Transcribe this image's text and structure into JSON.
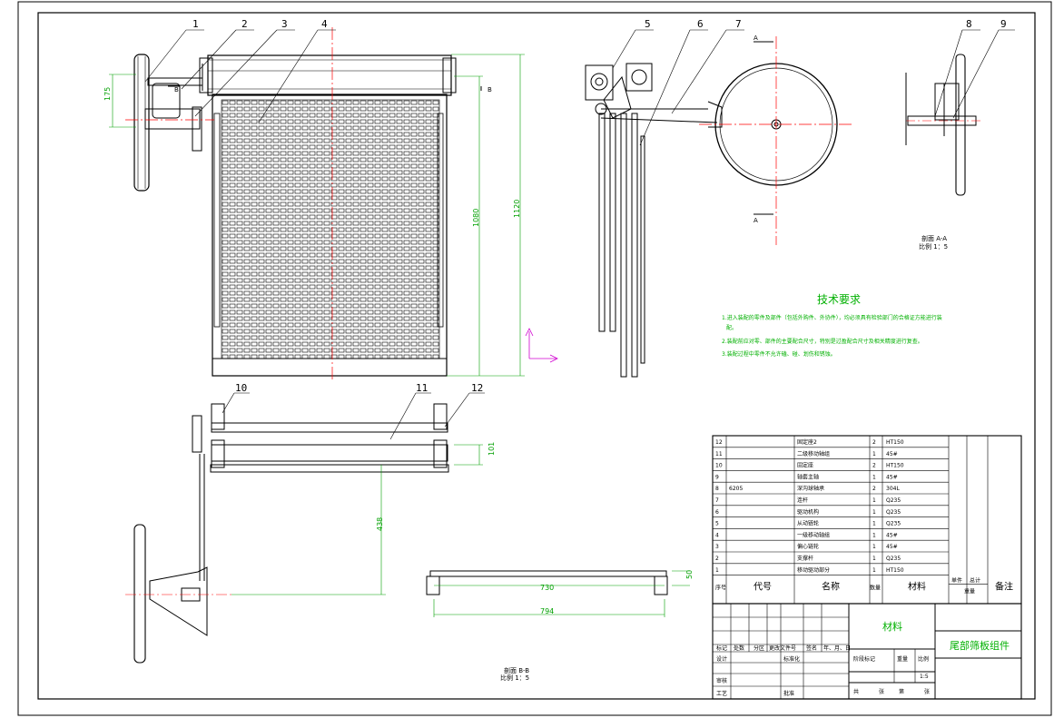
{
  "balloons": [
    "1",
    "2",
    "3",
    "4",
    "5",
    "6",
    "7",
    "8",
    "9",
    "10",
    "11",
    "12"
  ],
  "dimensions": {
    "d175": "175",
    "d1080": "1080",
    "d1120": "1120",
    "d101": "101",
    "d438": "438",
    "d730": "730",
    "d794": "794",
    "d50": "50"
  },
  "section_labels": {
    "a_top": "A",
    "a_bottom": "A",
    "b_left": "B",
    "b_right": "B"
  },
  "view_captions": {
    "aa_name": "剖面 A-A",
    "aa_scale": "比例 1：5",
    "bb_name": "剖面 B-B",
    "bb_scale": "比例 1：5"
  },
  "tech_requirements": {
    "title": "技术要求",
    "items": [
      "1.进入装配的零件及部件（包括外购件、外协件），均必须具有检验部门的合格证方能进行装",
      "配。",
      "2.装配前应对零、部件的主要配合尺寸，特别是过盈配合尺寸及相关精度进行复查。",
      "3.装配过程中零件不允许磕、碰、划伤和锈蚀。"
    ]
  },
  "bom": [
    {
      "no": "12",
      "code": "",
      "name": "固定座2",
      "qty": "2",
      "material": "HT150"
    },
    {
      "no": "11",
      "code": "",
      "name": "二级移动轴组",
      "qty": "1",
      "material": "45#"
    },
    {
      "no": "10",
      "code": "",
      "name": "固定座",
      "qty": "2",
      "material": "HT150"
    },
    {
      "no": "9",
      "code": "",
      "name": "轴套主轴",
      "qty": "1",
      "material": "45#"
    },
    {
      "no": "8",
      "code": "6205",
      "name": "深沟球轴承",
      "qty": "2",
      "material": "304L"
    },
    {
      "no": "7",
      "code": "",
      "name": "连杆",
      "qty": "1",
      "material": "Q235"
    },
    {
      "no": "6",
      "code": "",
      "name": "驱动机构",
      "qty": "1",
      "material": "Q235"
    },
    {
      "no": "5",
      "code": "",
      "name": "从动链轮",
      "qty": "1",
      "material": "Q235"
    },
    {
      "no": "4",
      "code": "",
      "name": "一级移动轴组",
      "qty": "1",
      "material": "45#"
    },
    {
      "no": "3",
      "code": "",
      "name": "偏心链轮",
      "qty": "1",
      "material": "45#"
    },
    {
      "no": "2",
      "code": "",
      "name": "支撑杆",
      "qty": "1",
      "material": "Q235"
    },
    {
      "no": "1",
      "code": "",
      "name": "移动驱动部分",
      "qty": "1",
      "material": "HT150"
    }
  ],
  "bom_header": {
    "no": "序号",
    "code": "代号",
    "name": "名称",
    "qty": "数量",
    "material": "材料",
    "unit_weight": "单件",
    "total_weight": "总计",
    "weight": "重量",
    "remark": "备注"
  },
  "title_block": {
    "material_label": "材料",
    "drawing_name": "尾部筛板组件",
    "labels": {
      "mark": "标记",
      "count": "处数",
      "zone": "分区",
      "change_doc": "更改文件号",
      "sign": "签名",
      "date": "年、月、日",
      "design": "设计",
      "standardize": "标准化",
      "stage_mark": "阶段标记",
      "weight": "重量",
      "scale": "比例",
      "audit": "审核",
      "process": "工艺",
      "approve": "批准",
      "total": "共",
      "sheet": "张",
      "of": "第"
    },
    "scale_value": "1:5"
  },
  "colors": {
    "outline": "#000000",
    "center_line": "#ff0000",
    "dimension": "#00a000",
    "text_green": "#00b000",
    "axis_magenta": "#d000d0"
  }
}
